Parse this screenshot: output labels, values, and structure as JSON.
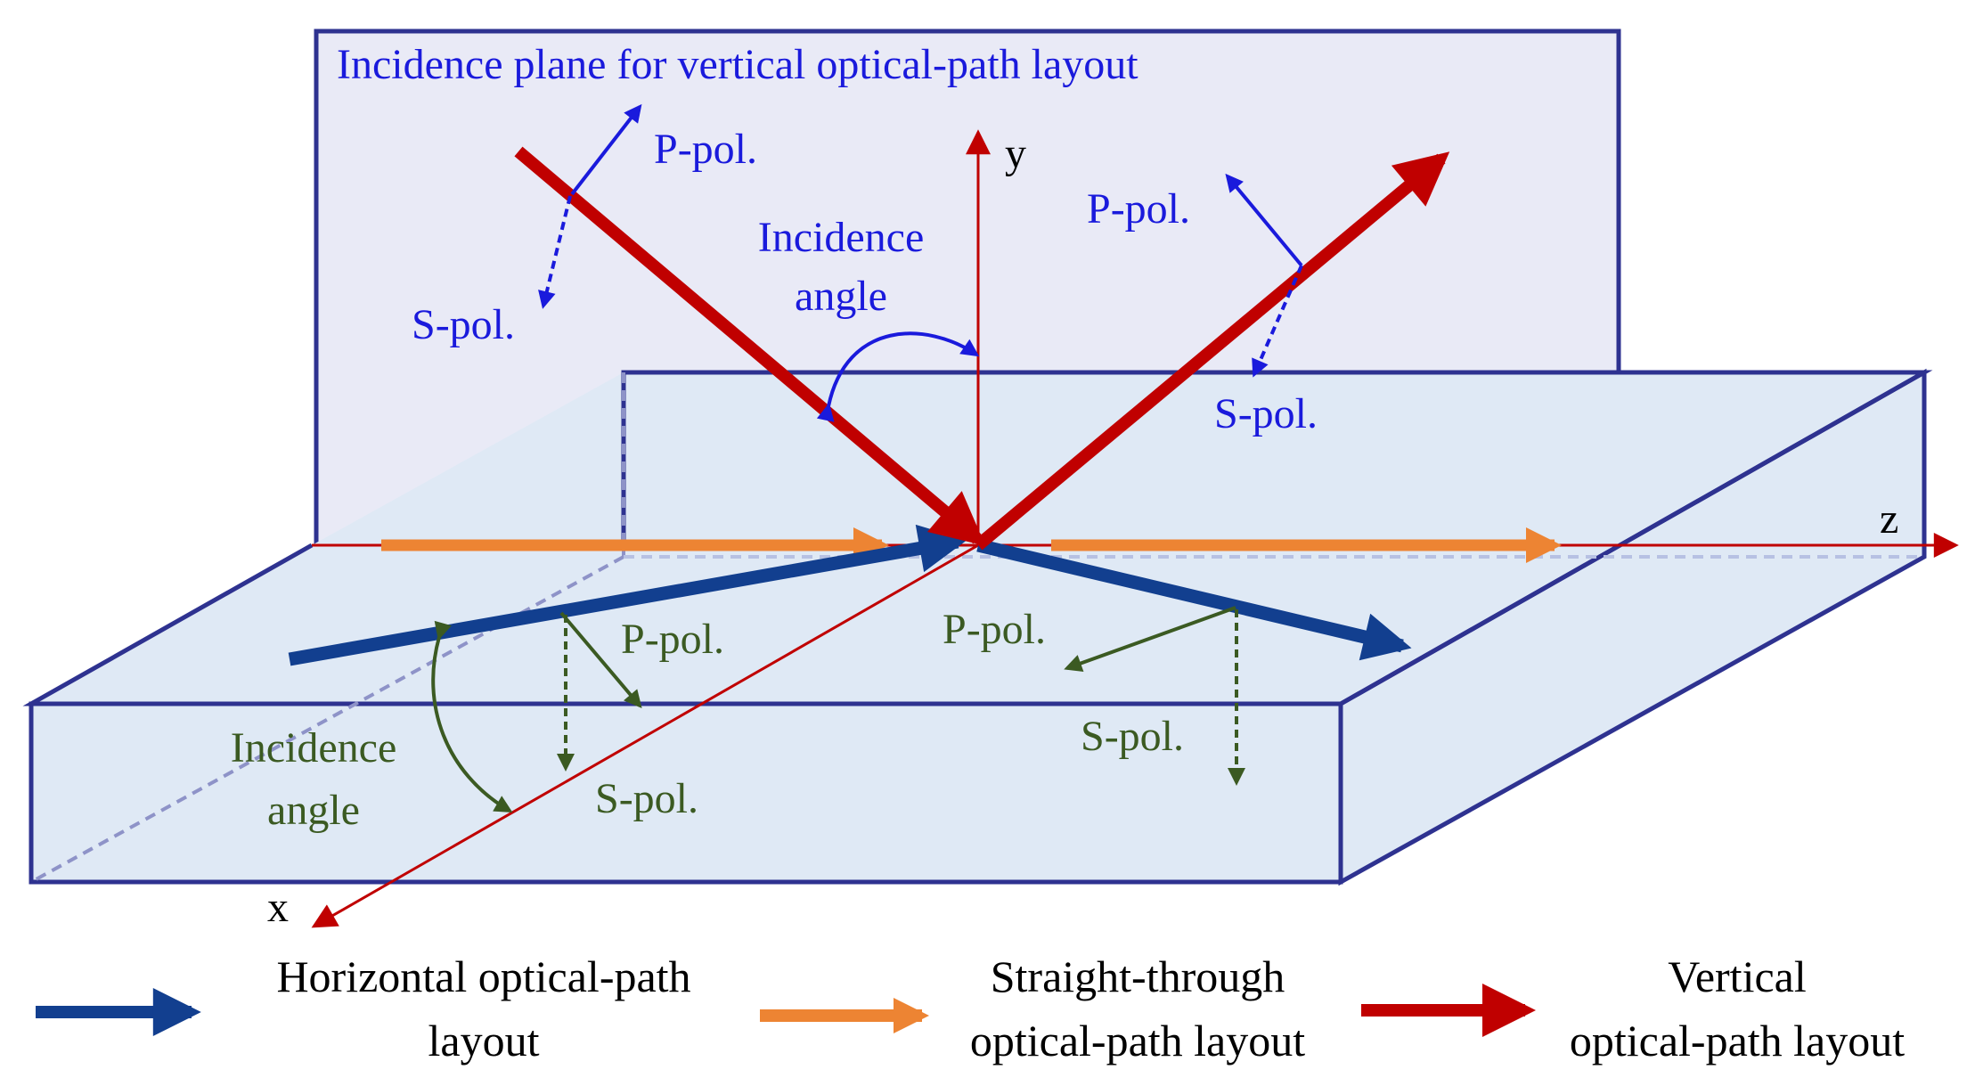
{
  "plane_title": "Incidence plane for vertical optical-path layout",
  "axes": {
    "x": "x",
    "y": "y",
    "z": "z"
  },
  "vertical_labels": {
    "p_pol_left": "P-pol.",
    "s_pol_left": "S-pol.",
    "p_pol_right": "P-pol.",
    "s_pol_right": "S-pol.",
    "angle_line1": "Incidence",
    "angle_line2": "angle"
  },
  "horizontal_labels": {
    "p_pol_left": "P-pol.",
    "s_pol_left": "S-pol.",
    "p_pol_right": "P-pol.",
    "s_pol_right": "S-pol.",
    "angle_line1": "Incidence",
    "angle_line2": "angle"
  },
  "legend": {
    "horizontal": [
      "Horizontal optical-path",
      "layout"
    ],
    "straight": [
      "Straight-through",
      "optical-path layout"
    ],
    "vertical": [
      "Vertical",
      "optical-path layout"
    ]
  },
  "colors": {
    "horizontal_beam": "#123f8f",
    "straight_beam": "#ed8433",
    "vertical_beam": "#c00000",
    "axis": "#c00000",
    "plane_border": "#2e3290",
    "label_blue": "#1a1adc",
    "label_green": "#3b5a22",
    "slab_fill": "#dfe9f5"
  }
}
